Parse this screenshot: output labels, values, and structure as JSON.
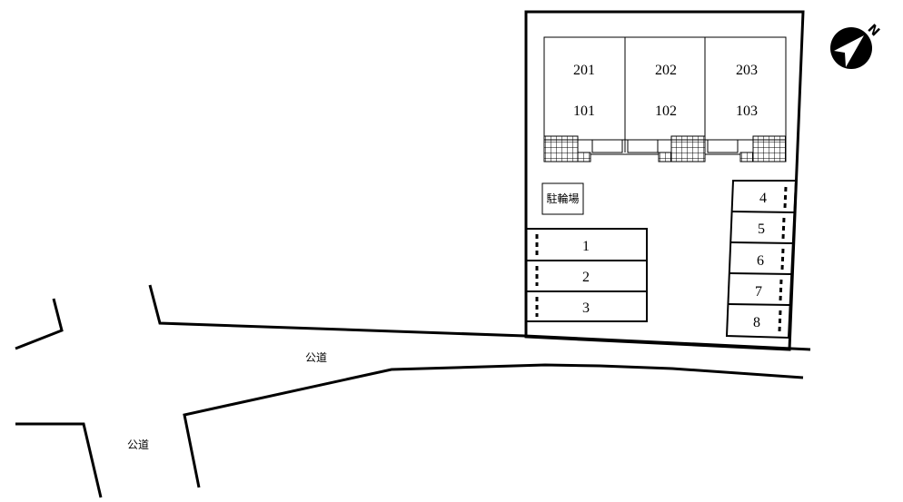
{
  "map": {
    "units_upper": [
      "201",
      "202",
      "203"
    ],
    "units_lower": [
      "101",
      "102",
      "103"
    ],
    "bicycle_parking_label": "駐輪場",
    "parking_left": [
      "1",
      "2",
      "3"
    ],
    "parking_right": [
      "4",
      "5",
      "6",
      "7",
      "8"
    ],
    "road_label_1": "公道",
    "road_label_2": "公道",
    "north_mark": "N"
  }
}
